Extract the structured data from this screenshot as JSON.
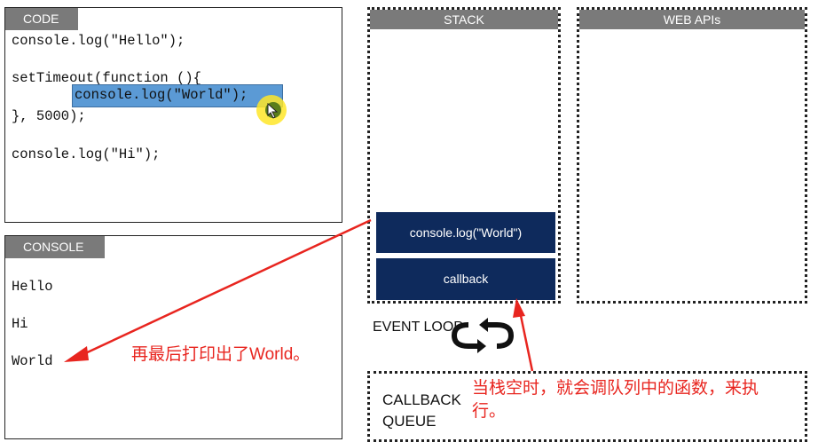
{
  "code_panel": {
    "label": "CODE",
    "lines": [
      "console.log(\"Hello\");",
      "setTimeout(function (){",
      "console.log(\"World\");",
      "}, 5000);",
      "console.log(\"Hi\");"
    ]
  },
  "console_panel": {
    "label": "CONSOLE",
    "output": [
      "Hello",
      "Hi",
      "World"
    ]
  },
  "stack": {
    "label": "STACK",
    "items": [
      "console.log(\"World\")",
      "callback"
    ]
  },
  "web_apis": {
    "label": "WEB APIs"
  },
  "event_loop": {
    "label": "EVENT LOOP",
    "icon": "loop-arrows-icon"
  },
  "callback_queue": {
    "label_line1": "CALLBACK",
    "label_line2": "QUEUE"
  },
  "annotations": {
    "world_note": "再最后打印出了World。",
    "stack_note_line1": "当栈空时，就会调队列中的函数，来执",
    "stack_note_line2": "行。"
  },
  "colors": {
    "annotation": "#e8251f",
    "stack_item": "#0e2a5c",
    "highlight": "#5b9ad5",
    "header": "#7a7a7a"
  }
}
